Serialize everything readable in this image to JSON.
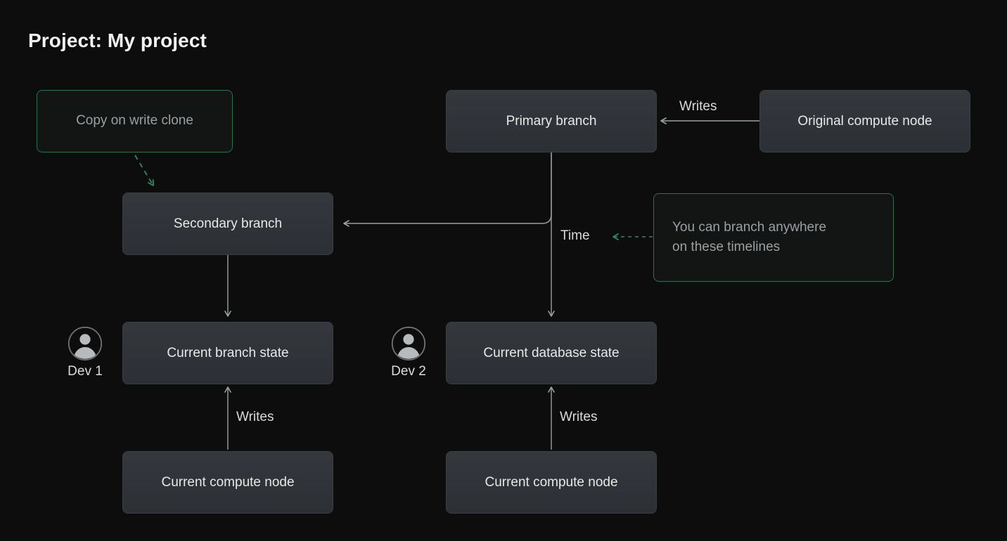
{
  "title": "Project: My project",
  "theme": {
    "background": "#0d0d0d",
    "node_bg": "#31353a",
    "node_border": "#3a3f44",
    "node_text": "#e8e8e8",
    "accent_green": "#2c6f51",
    "note_text": "#9aa0a4",
    "wire": "#9aa0a4"
  },
  "nodes": {
    "copy_on_write_clone": "Copy on write clone",
    "primary_branch": "Primary branch",
    "original_compute_node": "Original compute node",
    "secondary_branch": "Secondary branch",
    "current_branch_state": "Current branch state",
    "current_database_state": "Current database state",
    "current_compute_node_left": "Current compute node",
    "current_compute_node_right": "Current compute node"
  },
  "notes": {
    "branch_anywhere_line1": "You can branch anywhere",
    "branch_anywhere_line2": "on these timelines"
  },
  "edge_labels": {
    "writes_top": "Writes",
    "time": "Time",
    "writes_left": "Writes",
    "writes_right": "Writes"
  },
  "devs": [
    {
      "label": "Dev 1",
      "icon": "user-avatar-icon"
    },
    {
      "label": "Dev 2",
      "icon": "user-avatar-icon"
    }
  ]
}
